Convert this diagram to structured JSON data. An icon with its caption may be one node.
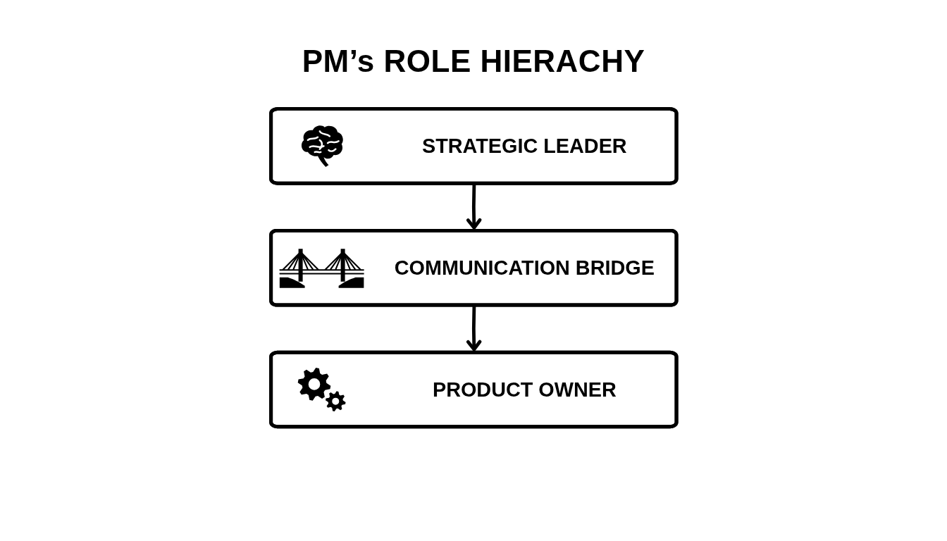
{
  "diagram": {
    "title": "PM’s ROLE HIERACHY",
    "nodes": [
      {
        "text": [
          "STRATEGIC LEADER"
        ]
      },
      {
        "text": [
          "COMMUNICATION BRIDGE"
        ]
      },
      {
        "text": [
          "PRODUCT OWNER"
        ]
      }
    ],
    "edges": [
      {
        "from": 0,
        "to": 1,
        "arrow": "to"
      },
      {
        "from": 1,
        "to": 2,
        "arrow": "to"
      }
    ]
  }
}
